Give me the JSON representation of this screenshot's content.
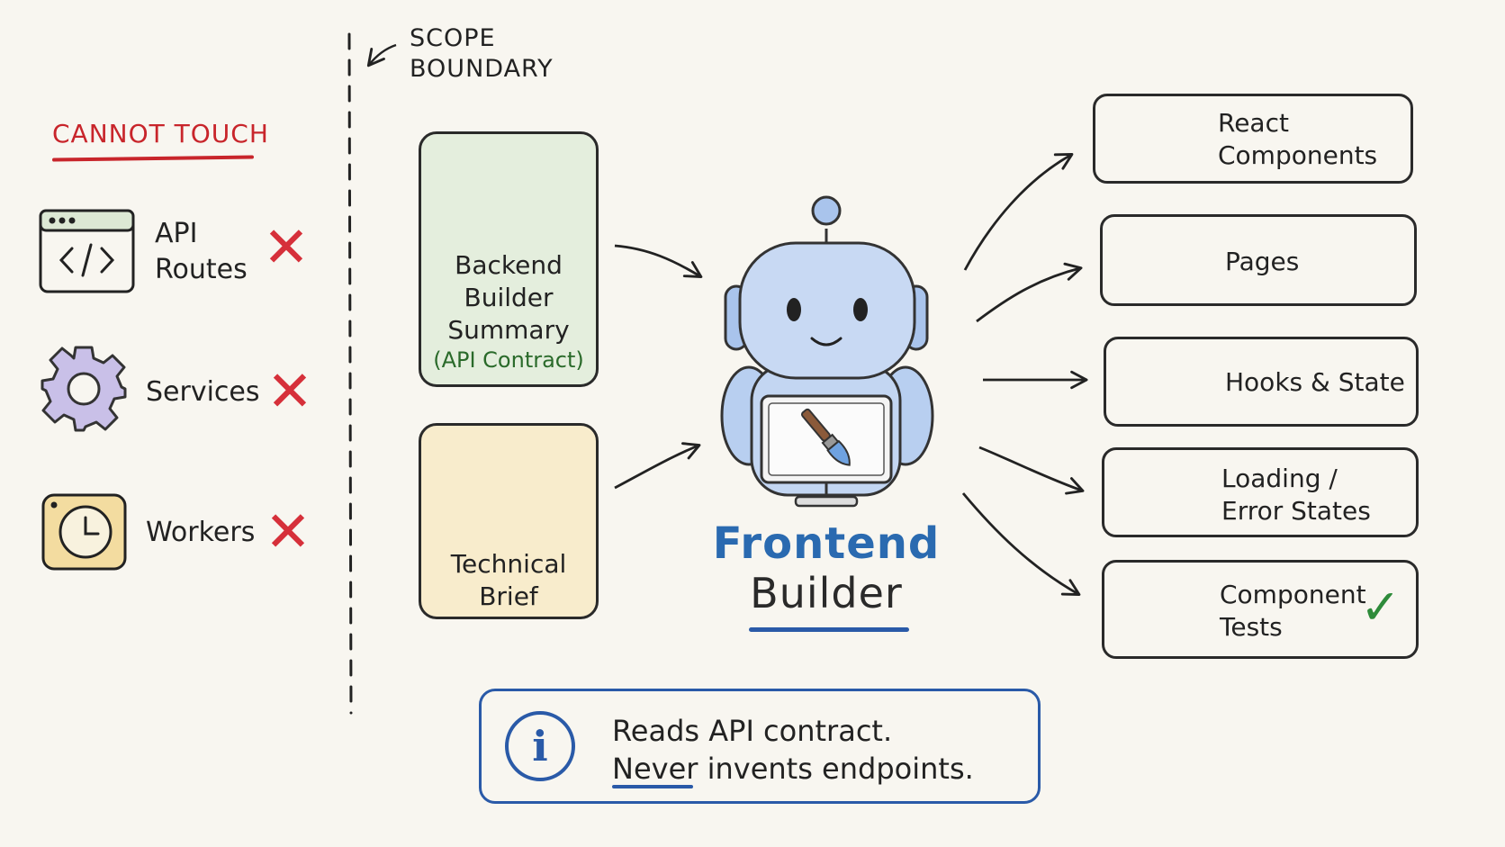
{
  "scope": {
    "label_line1": "SCOPE",
    "label_line2": "BOUNDARY"
  },
  "cannot_touch": {
    "title": "CANNOT TOUCH",
    "items": [
      {
        "label_line1": "API",
        "label_line2": "Routes",
        "icon": "code-window-icon",
        "mark": "✕"
      },
      {
        "label": "Services",
        "icon": "gear-icon",
        "mark": "✕"
      },
      {
        "label": "Workers",
        "icon": "clock-icon",
        "mark": "✕"
      }
    ]
  },
  "inputs": {
    "backend": {
      "line1": "Backend",
      "line2": "Builder",
      "line3": "Summary",
      "sub": "(API Contract)",
      "icon": "json-document-icon"
    },
    "brief": {
      "line1": "Technical",
      "line2": "Brief",
      "icon": "document-icon"
    }
  },
  "agent": {
    "title_line1": "Frontend",
    "title_line2": "Builder",
    "icon": "robot-icon"
  },
  "outputs": [
    {
      "line1": "React",
      "line2": "Components",
      "icon": "react-atom-icon"
    },
    {
      "line1": "Pages",
      "icon": "page-layout-icon"
    },
    {
      "line1": "Hooks & State",
      "icon": "hook-icon"
    },
    {
      "line1": "Loading /",
      "line2": "Error States",
      "icon": "loading-spinner-icon"
    },
    {
      "line1": "Component",
      "line2": "Tests",
      "icon": "checklist-clipboard-icon",
      "mark": "✓"
    }
  ],
  "note": {
    "icon": "info-icon",
    "icon_glyph": "i",
    "line1": "Reads API contract.",
    "line2": "Never invents endpoints."
  },
  "colors": {
    "background": "#f8f6f0",
    "forbidden": "#c8252b",
    "agent_blue": "#2a6ab0",
    "check_green": "#2e8b3a",
    "info_blue": "#2a5aa8"
  }
}
